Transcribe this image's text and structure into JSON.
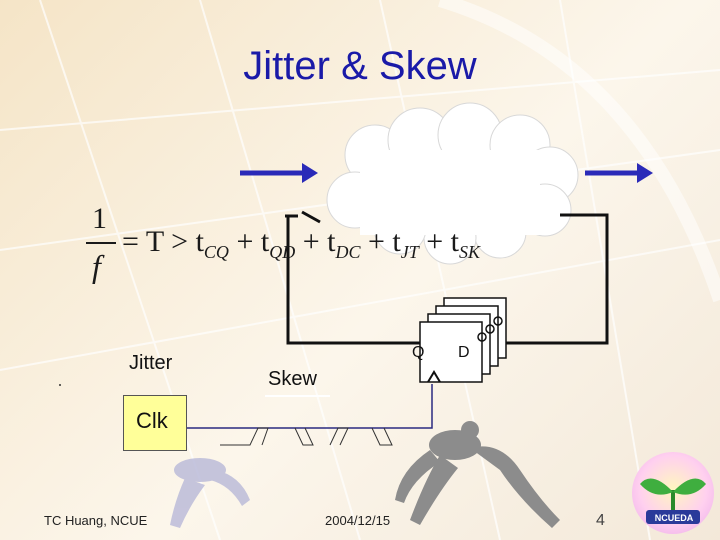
{
  "slide": {
    "title": "Jitter & Skew"
  },
  "formula": {
    "numerator": "1",
    "denominator": "f",
    "rhs_eq": "= T > t",
    "cq": "CQ",
    "plus_tqd": " + t",
    "qd": "QD",
    "plus_tdc": " + t",
    "dc": "DC",
    "plus_tjt": " + t",
    "jt": "JT",
    "plus_tsk": " + t",
    "sk": "SK"
  },
  "diagram": {
    "jitter_label": "Jitter",
    "skew_label": "Skew",
    "clk_label": "Clk",
    "q_label": "Q",
    "d_label": "D"
  },
  "footer": {
    "author": "TC Huang, NCUE",
    "date": "2004/12/15",
    "page": "4",
    "logo_text": "NCUEDA"
  },
  "colors": {
    "title": "#1a1aa8",
    "arrow": "#2a2ab8",
    "clk_fill": "#ffff99",
    "wire": "#111111"
  }
}
